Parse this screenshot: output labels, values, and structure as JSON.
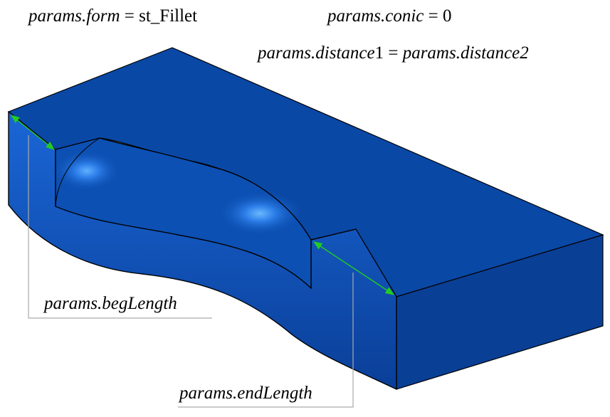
{
  "labels": {
    "form": {
      "var": "params",
      "field": "form",
      "eq": "=",
      "value": "st_Fillet"
    },
    "conic": {
      "var": "params",
      "field": "conic",
      "eq": "=",
      "value": "0"
    },
    "distance": {
      "left_var": "params",
      "left_field": "distance",
      "left_index": "1",
      "eq": "=",
      "right_var": "params",
      "right_field": "distance",
      "right_index": "2"
    },
    "beg_length": "params.begLength",
    "end_length": "params.endLength"
  },
  "colors": {
    "body_top": "#0a4aa8",
    "body_side": "#0b44a0",
    "body_front": "#0d52b8",
    "edge": "#000000",
    "dimension_arrow": "#22cc22",
    "leader": "#aaaaaa"
  }
}
